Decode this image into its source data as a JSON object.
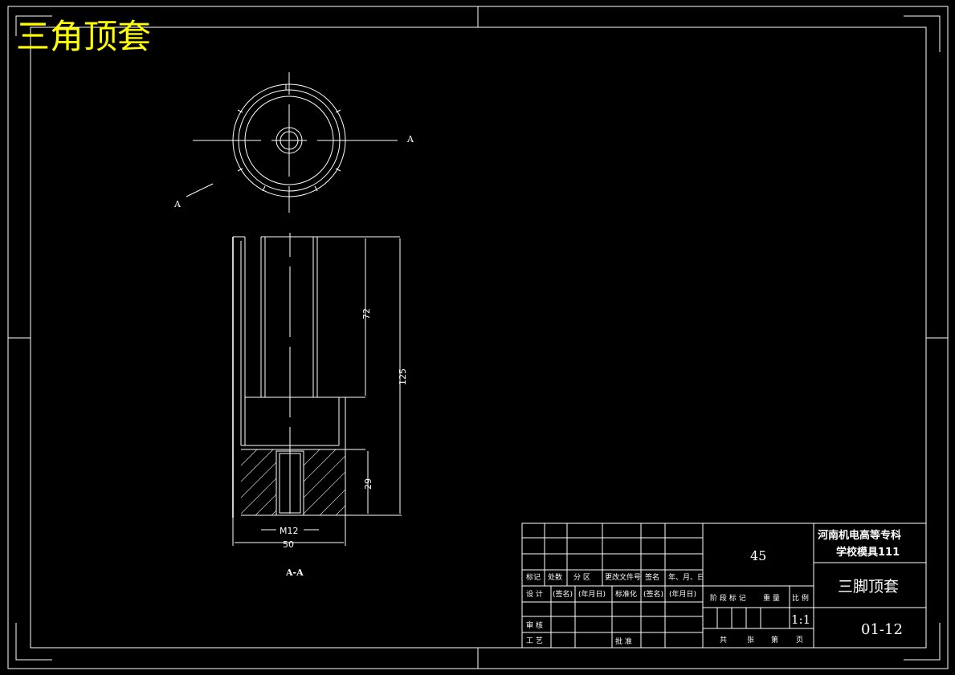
{
  "title": "三角顶套",
  "colors": {
    "background": "#000000",
    "lines": "#ffffff",
    "title": "#ffff00"
  },
  "views": {
    "section_marker_right": "A",
    "section_marker_left": "A",
    "section_label": "A-A"
  },
  "dimensions": {
    "d72": "72",
    "d125": "125",
    "d29": "29",
    "m12": "M12",
    "d50": "50"
  },
  "title_block": {
    "material": "45",
    "school_line1": "河南机电高等专科",
    "school_line2": "学校模具111",
    "part_name": "三脚顶套",
    "drawing_no": "01-12",
    "scale": "1:1",
    "row_labels": [
      "标记",
      "处数",
      "分  区",
      "更改文件号",
      "签名",
      "年、月、日"
    ],
    "design_row": [
      "设  计",
      "(签名)",
      "(年月日)",
      "标准化",
      "(签名)",
      "(年月日)"
    ],
    "stage_labels": [
      "阶 段 标 记",
      "重 量",
      "比 例"
    ],
    "review": "审  核",
    "process": "工  艺",
    "approve": "批  准",
    "sheet_labels": [
      "共",
      "张",
      "第",
      "页"
    ]
  }
}
